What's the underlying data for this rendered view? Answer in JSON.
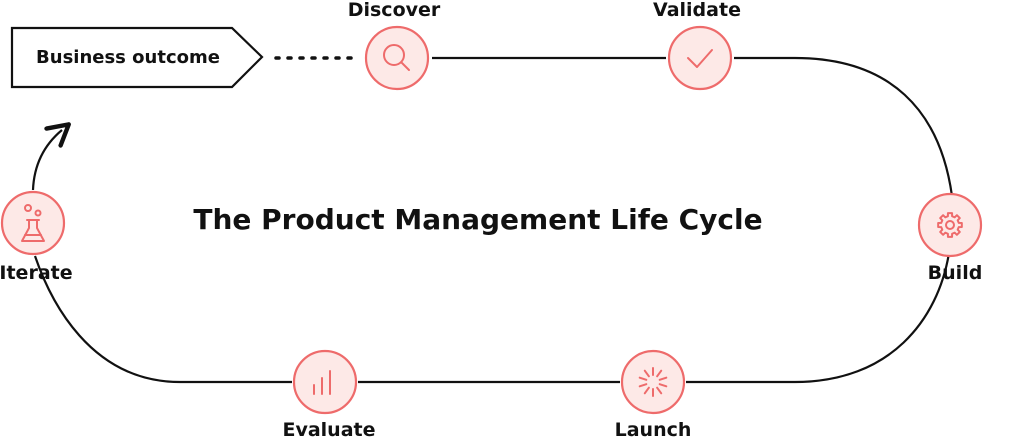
{
  "title": "The Product Management Life Cycle",
  "start": {
    "label": "Business outcome"
  },
  "stages": {
    "discover": {
      "label": "Discover",
      "icon": "magnifier-icon"
    },
    "validate": {
      "label": "Validate",
      "icon": "checkmark-icon"
    },
    "build": {
      "label": "Build",
      "icon": "gear-icon"
    },
    "launch": {
      "label": "Launch",
      "icon": "burst-icon"
    },
    "evaluate": {
      "label": "Evaluate",
      "icon": "bar-chart-icon"
    },
    "iterate": {
      "label": "Iterate",
      "icon": "flask-icon"
    }
  },
  "colors": {
    "accent": "#ee6b6b",
    "node_fill": "#fde9e7",
    "line": "#111111",
    "text": "#111111",
    "background": "#ffffff"
  }
}
